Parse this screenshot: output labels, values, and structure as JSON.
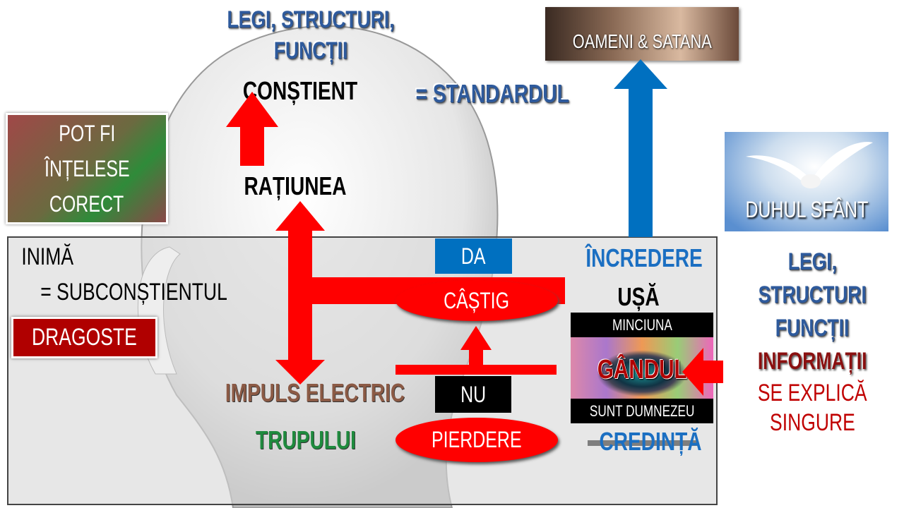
{
  "top_title": {
    "line1": "LEGI, STRUCTURI,",
    "line2": "FUNCȚII"
  },
  "constient": "CONȘTIENT",
  "standard": "= STANDARDUL",
  "ratiunea": "RAȚIUNEA",
  "pot_fi": {
    "line1": "POT FI",
    "line2": "ÎNȚELESE",
    "line3": "CORECT"
  },
  "inima": "INIMĂ",
  "subconstient": "= SUBCONȘTIENTUL",
  "dragoste": "DRAGOSTE",
  "da": "DA",
  "castig": "CÂȘTIG",
  "nu": "NU",
  "pierdere": "PIERDERE",
  "impuls": "IMPULS ELECTRIC",
  "trupului": "TRUPULUI",
  "incredere": "ÎNCREDERE",
  "usa": "UȘĂ",
  "eye": {
    "top": "MINCIUNA",
    "middle": "GÂNDUL",
    "bottom": "SUNT DUMNEZEU"
  },
  "credinta": "CREDINȚĂ",
  "oameni": "OAMENI & SATANA",
  "duhul": "DUHUL SFÂNT",
  "right": {
    "l1": "LEGI,",
    "l2": "STRUCTURI",
    "l3": "FUNCȚII",
    "l4": "INFORMAȚII",
    "l5": "SE EXPLICĂ",
    "l6": "SINGURE"
  },
  "colors": {
    "red": "#ff0000",
    "blue": "#0070c0",
    "dark_red": "#b00000",
    "brown": "#8b5a45",
    "green": "#1f8a3e"
  }
}
